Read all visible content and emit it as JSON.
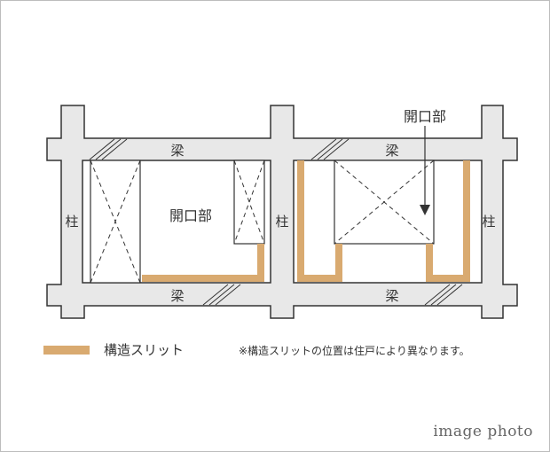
{
  "labels": {
    "beam": "梁",
    "column": "柱",
    "opening": "開口部"
  },
  "legend": {
    "label": "構造スリット"
  },
  "note": "※構造スリットの位置は住戸により異なります。",
  "watermark": "image photo",
  "colors": {
    "frame": "#e8e8e8",
    "outline": "#333333",
    "slit": "#d9aa70",
    "background": "#ffffff"
  }
}
